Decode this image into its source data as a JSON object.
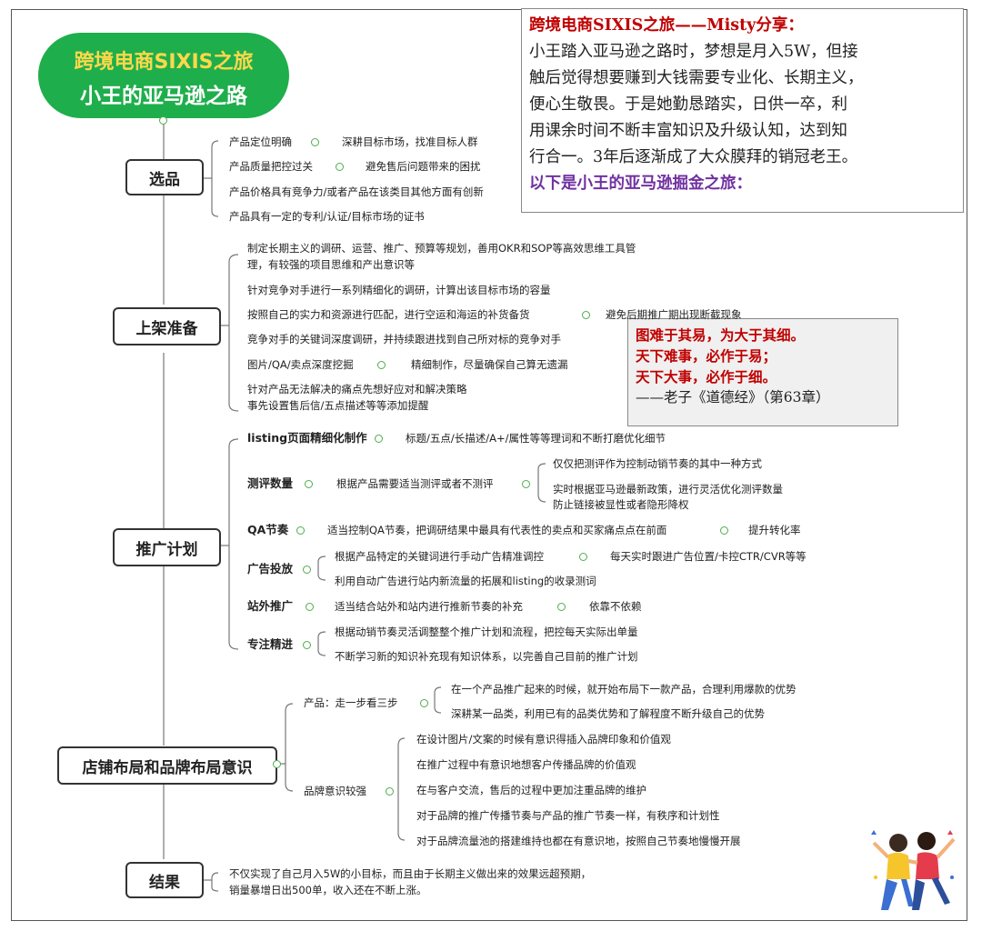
{
  "root": {
    "line1": "跨境电商SIXIS之旅",
    "line2": "小王的亚马逊之路"
  },
  "quote_box": {
    "title": "跨境电商SIXIS之旅——Misty分享：",
    "lines": [
      "小王踏入亚马逊之路时，梦想是月入5W，但接",
      "触后觉得想要赚到大钱需要专业化、长期主义，",
      "便心生敬畏。于是她勤恳踏实，日供一卒，利",
      "用课余时间不断丰富知识及升级认知，达到知",
      "行合一。3年后逐渐成了大众膜拜的销冠老王。"
    ],
    "last": "以下是小王的亚马逊掘金之旅："
  },
  "laozi": {
    "l1": "图难于其易，为大于其细。",
    "l2": "天下难事，必作于易；",
    "l3": "天下大事，必作于细。",
    "l4": "——老子《道德经》（第63章）"
  },
  "sections": {
    "s1": {
      "title": "选品",
      "items": [
        "产品定位明确",
        "深耕目标市场，找准目标人群",
        "产品质量把控过关",
        "避免售后问题带来的困扰",
        "产品价格具有竞争力/或者产品在该类目其他方面有创新",
        "产品具有一定的专利/认证/目标市场的证书"
      ]
    },
    "s2": {
      "title": "上架准备",
      "items": [
        "制定长期主义的调研、运营、推广、预算等规划，善用OKR和SOP等高效思维工具管",
        "理，有较强的项目思维和产出意识等",
        "针对竞争对手进行一系列精细化的调研，计算出该目标市场的容量",
        "按照自己的实力和资源进行匹配，进行空运和海运的补货备货",
        "避免后期推广期出现断截现象",
        "竞争对手的关键词深度调研，并持续跟进找到自己所对标的竞争对手",
        "图片/QA/卖点深度挖掘",
        "精细制作，尽量确保自己算无遗漏",
        "针对产品无法解决的痛点先想好应对和解决策略",
        "事先设置售后信/五点描述等等添加提醒"
      ]
    },
    "s3": {
      "title": "推广计划",
      "items": [
        "listing页面精细化制作",
        "标题/五点/长描述/A+/属性等等理词和不断打磨优化细节",
        "测评数量",
        "根据产品需要适当测评或者不测评",
        "仅仅把测评作为控制动销节奏的其中一种方式",
        "实时根据亚马逊最新政策，进行灵活优化测评数量",
        "防止链接被显性或者隐形降权",
        "QA节奏",
        "适当控制QA节奏，把调研结果中最具有代表性的卖点和买家痛点点在前面",
        "提升转化率",
        "广告投放",
        "根据产品特定的关键词进行手动广告精准调控",
        "每天实时跟进广告位置/卡控CTR/CVR等等",
        "利用自动广告进行站内新流量的拓展和listing的收录测词",
        "站外推广",
        "适当结合站外和站内进行推新节奏的补充",
        "依靠不依赖",
        "专注精进",
        "根据动销节奏灵活调整整个推广计划和流程，把控每天实际出单量",
        "不断学习新的知识补充现有知识体系，以完善自己目前的推广计划"
      ]
    },
    "s4": {
      "title": "店铺布局和品牌布局意识",
      "items": [
        "产品：走一步看三步",
        "在一个产品推广起来的时候，就开始布局下一款产品，合理利用爆款的优势",
        "深耕某一品类，利用已有的品类优势和了解程度不断升级自己的优势",
        "品牌意识较强",
        "在设计图片/文案的时候有意识得插入品牌印象和价值观",
        "在推广过程中有意识地想客户传播品牌的价值观",
        "在与客户交流，售后的过程中更加注重品牌的维护",
        "对于品牌的推广传播节奏与产品的推广节奏一样，有秩序和计划性",
        "对于品牌流量池的搭建维持也都在有意识地，按照自己节奏地慢慢开展"
      ]
    },
    "s5": {
      "title": "结果",
      "items": [
        "不仅实现了自己月入5W的小目标，而且由于长期主义做出来的效果远超预期，",
        "销量暴增日出500单，收入还在不断上涨。"
      ]
    }
  },
  "colors": {
    "root_green": "#1fae4c",
    "root_title_yellow": "#ffd84a",
    "quote_red": "#c00000",
    "quote_purple": "#7030a0",
    "connector_green": "#4cae4c"
  }
}
